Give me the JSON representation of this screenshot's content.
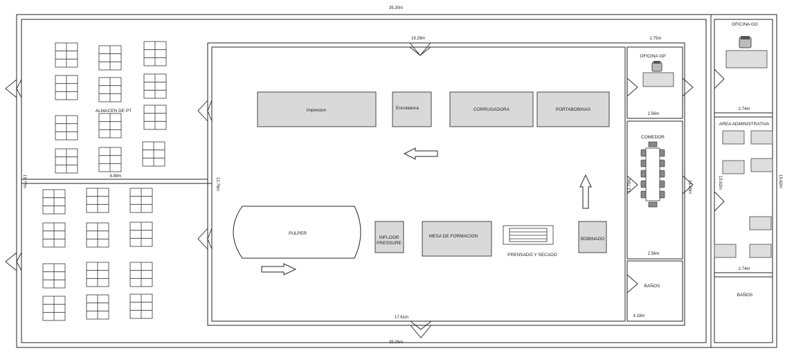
{
  "dimensions": {
    "top_overall": "35.30m",
    "bottom_overall": "35.05m",
    "plant_top": "19.29m",
    "plant_bottom": "17.61m",
    "right_overall": "15.62m",
    "almacen_width": "8.89m",
    "almacen_left": "15.??m",
    "plant_left": "12.76m",
    "oficina_gp_top": "2.75m",
    "oficina_gp_bottom": "2.56m",
    "comedor_bottom": "2.56m",
    "comedor_left": "12.70m",
    "comedor_right": "13.65m",
    "banos_bottom": "4.18m",
    "oficina_gg_bottom": "2.74m",
    "admin_bottom": "2.74m",
    "admin_left": "15.62m"
  },
  "areas": {
    "almacen": "ALMACEN DE PT",
    "oficina_gp": "OFICINA GP",
    "comedor": "COMEDOR",
    "banos_plant": "BAÑOS",
    "oficina_gg": "OFICINA GG",
    "area_admin": "AREA ADMINISTRATIVA",
    "banos_admin": "BAÑOS"
  },
  "equipment": {
    "impresion": "Impresion",
    "encoladora": "Encoladora",
    "corrugadora": "CORRUGADORA",
    "portabobinas": "PORTABOBINAS",
    "pulper": "PULPER",
    "infloor_1": "INFLOOR",
    "infloor_2": "PRESSURE",
    "mesa": "MESA DE FORMACION",
    "prensado": "PRENSADO Y SECADO",
    "bobinado": "BOBINADO"
  }
}
